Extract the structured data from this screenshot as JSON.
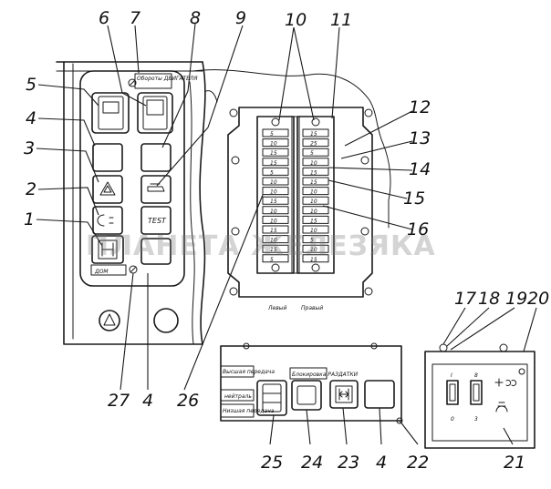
{
  "watermark": "ПЛАНЕТА ЖЕЛЕЗЯКА",
  "callouts": [
    "1",
    "2",
    "3",
    "4",
    "5",
    "6",
    "7",
    "8",
    "9",
    "10",
    "11",
    "12",
    "13",
    "14",
    "15",
    "16",
    "17",
    "18",
    "19",
    "20",
    "21",
    "22",
    "23",
    "24",
    "25",
    "26",
    "27"
  ],
  "left_panel": {
    "plate_top": "Обороты ДВИГАТЕЛЯ",
    "plate_bottom": "ДОМ",
    "test_label": "TEST"
  },
  "fuse_block": {
    "label_left": "Левый",
    "label_right": "Правый",
    "left_column": [
      "5",
      "10",
      "15",
      "15",
      "5",
      "10",
      "10",
      "15",
      "10",
      "10",
      "15",
      "10",
      "15",
      "5"
    ],
    "right_column": [
      "15",
      "25",
      "5",
      "10",
      "15",
      "15",
      "10",
      "10",
      "10",
      "15",
      "10",
      "5",
      "10",
      "15"
    ]
  },
  "bottom_panel": {
    "plate_1": "Высшая передача",
    "plate_2": "нейтраль",
    "plate_3": "Низшая передача",
    "plate_4": "Блокировка РАЗДАТКИ"
  },
  "switch_box": {
    "label_i": "I",
    "label_8": "8",
    "label_0": "0",
    "label_3": "3"
  }
}
